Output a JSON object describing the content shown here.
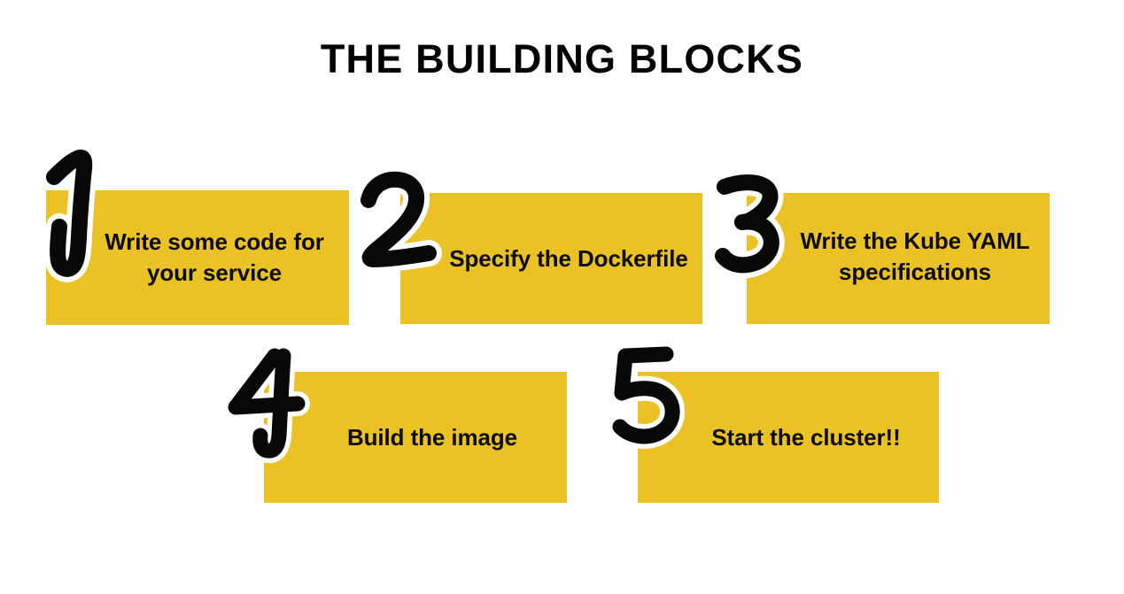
{
  "slide": {
    "title": "THE BUILDING BLOCKS",
    "background_color": "#FFFFFF",
    "accent_color": "#EAC225",
    "text_color": "#0C0C0C",
    "number_outline_color": "#FFFFFF"
  },
  "steps": [
    {
      "number": "1",
      "text": "Write some code for your service",
      "lines": [
        "Write some",
        "code for",
        "your service"
      ]
    },
    {
      "number": "2",
      "text": "Specify the Dockerfile",
      "lines": [
        "Specify the",
        "Dockerfile"
      ]
    },
    {
      "number": "3",
      "text": "Write the Kube YAML specifications",
      "lines": [
        "Write the Kube",
        "YAML",
        "specifications"
      ]
    },
    {
      "number": "4",
      "text": "Build the image",
      "lines": [
        "Build the",
        "image"
      ]
    },
    {
      "number": "5",
      "text": "Start the cluster!!",
      "lines": [
        "Start the",
        "cluster!!"
      ]
    }
  ]
}
